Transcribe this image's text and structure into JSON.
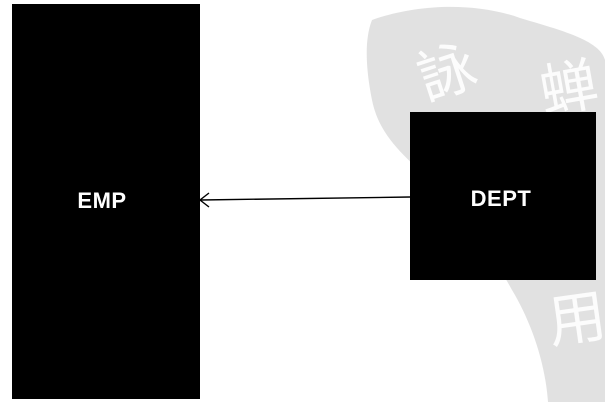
{
  "diagram": {
    "entities": [
      {
        "id": "emp",
        "label": "EMP"
      },
      {
        "id": "dept",
        "label": "DEPT"
      }
    ],
    "relationships": [
      {
        "from": "dept",
        "to": "emp",
        "arrowhead": "open"
      }
    ],
    "watermark": {
      "glyphs": [
        "詠",
        "蝉",
        "用"
      ],
      "color": "#d9d9d9"
    },
    "colors": {
      "entity_fill": "#000000",
      "entity_text": "#ffffff",
      "connector": "#000000",
      "background": "#ffffff"
    }
  }
}
